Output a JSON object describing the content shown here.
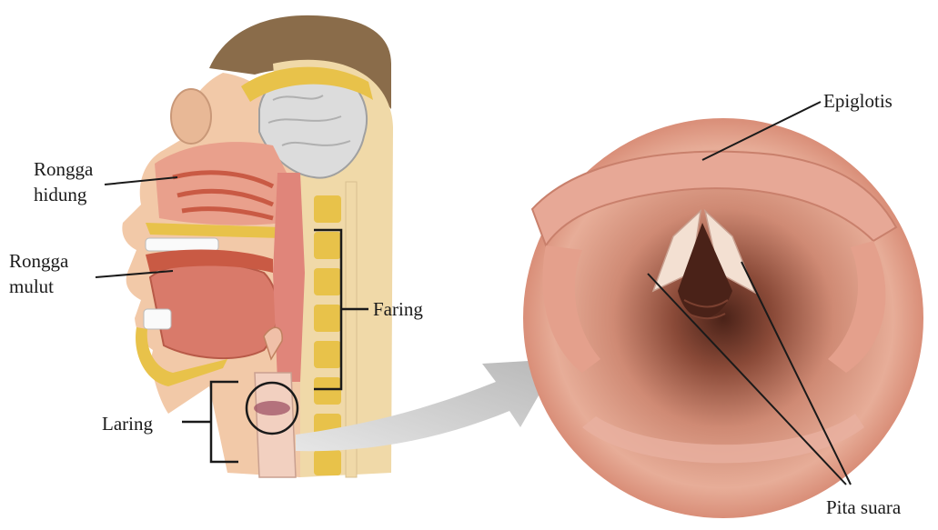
{
  "labels": {
    "nasal_cavity": [
      "Rongga",
      "hidung"
    ],
    "oral_cavity": [
      "Rongga",
      "mulut"
    ],
    "pharynx": "Faring",
    "larynx": "Laring",
    "epiglottis": "Epiglotis",
    "vocal_cords": "Pita suara"
  },
  "colors": {
    "skin": "#f2c9a8",
    "tissue_pink": "#e9a08c",
    "tissue_red": "#c95a44",
    "bone": "#e8c24a",
    "brain": "#d8d8d8",
    "hair": "#8a6c4a",
    "arrow": "#c8c8c8",
    "throat_outer": "#d9927c",
    "throat_dark": "#5a3024"
  }
}
